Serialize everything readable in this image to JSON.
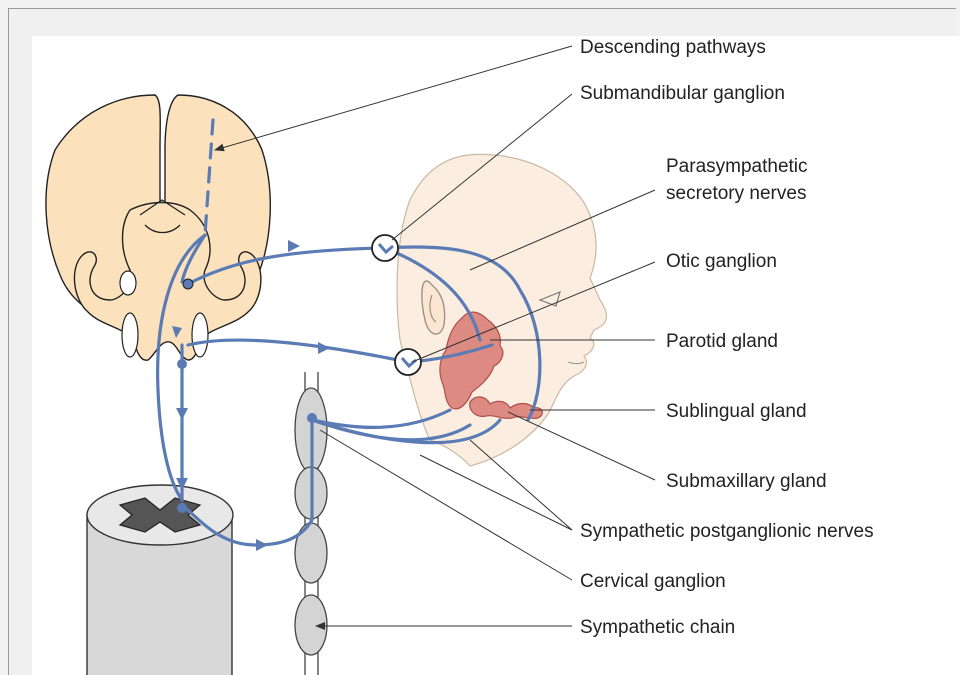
{
  "labels": {
    "descending": "Descending pathways",
    "submandibular": "Submandibular ganglion",
    "parasym_line1": "Parasympathetic",
    "parasym_line2": "secretory nerves",
    "otic": "Otic ganglion",
    "parotid": "Parotid gland",
    "sublingual": "Sublingual gland",
    "submaxillary": "Submaxillary gland",
    "symp_post": "Sympathetic postganglionic nerves",
    "cervical": "Cervical ganglion",
    "chain": "Sympathetic chain"
  },
  "colors": {
    "nerve": "#5b7bb5",
    "brain": "#fbe2bd",
    "skin": "#fbeee0",
    "gland": "#dd8a82",
    "cord": "#d8d8d8"
  }
}
